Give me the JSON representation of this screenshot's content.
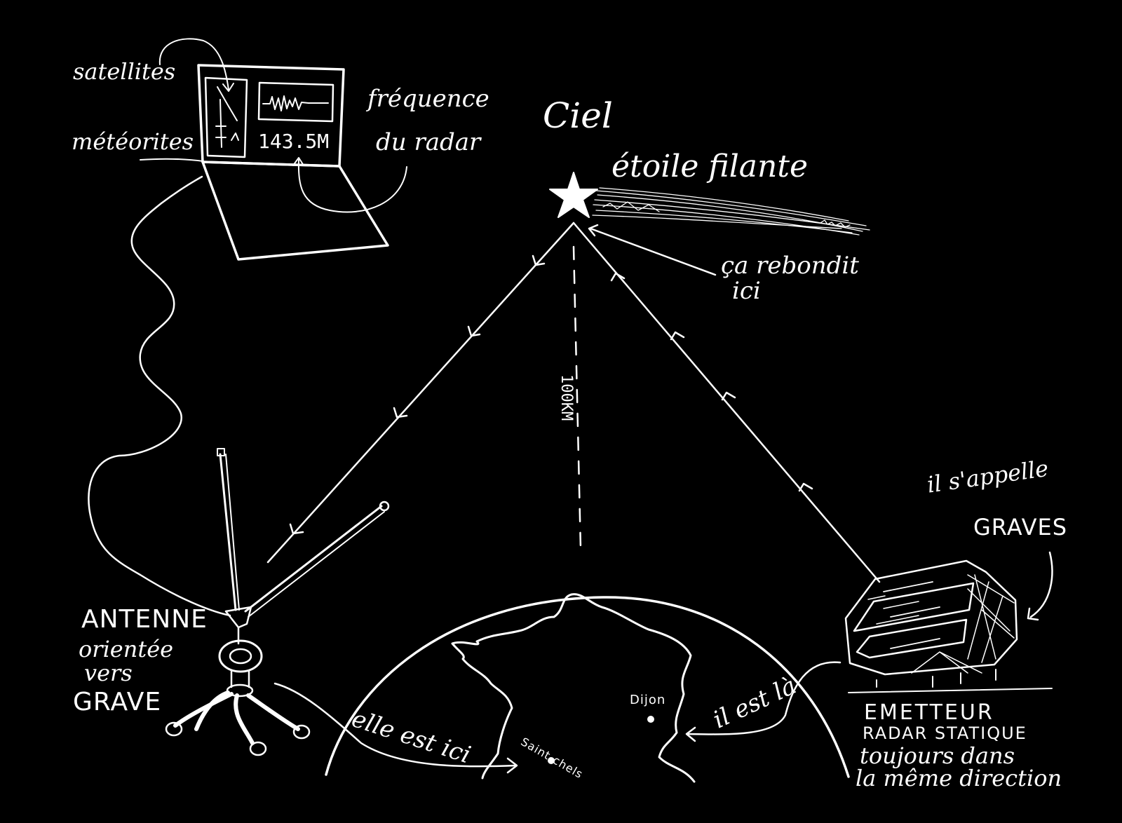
{
  "laptop": {
    "satellites": "satellites",
    "meteorites": "météorites",
    "frequency_value": "143.5M",
    "frequency_label_1": "fréquence",
    "frequency_label_2": "du radar"
  },
  "sky": {
    "title": "Ciel",
    "shooting_star": "étoile filante",
    "bounce_1": "ça rebondit",
    "bounce_2": "ici",
    "altitude": "100KM"
  },
  "antenna": {
    "line1": "ANTENNE",
    "line2": "orientée",
    "line3": "vers",
    "line4": "GRAVE",
    "location_note": "elle est ici"
  },
  "map": {
    "city_dijon": "Dijon",
    "city_saint_chels": "Saint-chels"
  },
  "emitter": {
    "name_intro": "il s'appelle",
    "name": "GRAVES",
    "location_note": "il est là",
    "line1": "EMETTEUR",
    "line2": "RADAR STATIQUE",
    "line3": "toujours dans",
    "line4": "la même direction"
  },
  "colors": {
    "background": "#000000",
    "ink": "#ffffff"
  }
}
